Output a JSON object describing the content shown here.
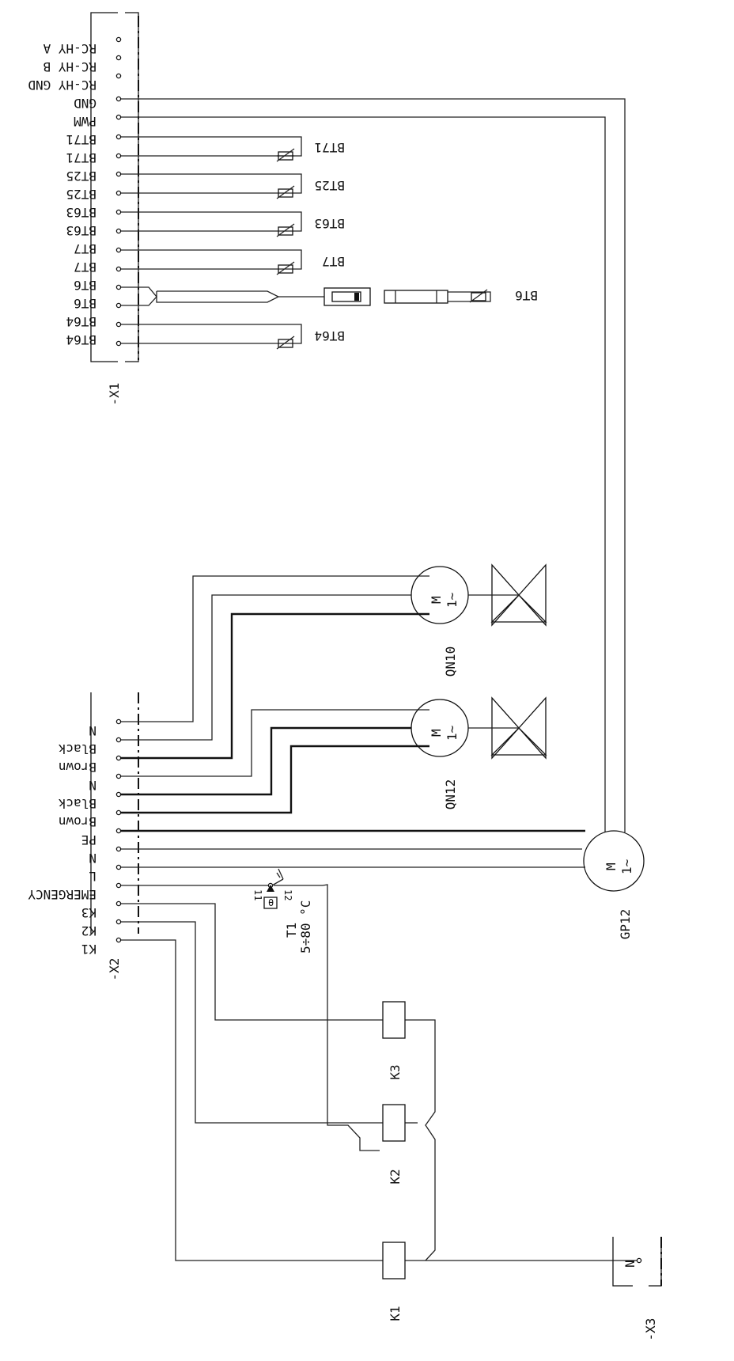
{
  "x1": {
    "block_label": "-X1",
    "terminals": [
      "RC-HY A",
      "RC-HY B",
      "RC-HY GND",
      "GND",
      "PWM",
      "BT71",
      "BT71",
      "BT25",
      "BT25",
      "BT63",
      "BT63",
      "BT7",
      "BT7",
      "BT6",
      "BT6",
      "BT64",
      "BT64"
    ],
    "sensors": [
      "BT71",
      "BT25",
      "BT63",
      "BT7",
      "BT6",
      "BT64"
    ]
  },
  "x2": {
    "block_label": "-X2",
    "terminals": [
      "N",
      "Black",
      "Brown",
      "N",
      "Black",
      "Brown",
      "PE",
      "N",
      "L",
      "EMERGENCY",
      "K3",
      "K2",
      "K1"
    ]
  },
  "x3": {
    "block_label": "-X3",
    "terminal": "N"
  },
  "motors": {
    "qn10": {
      "label": "QN10",
      "symbol": "M",
      "phase": "1~"
    },
    "qn12": {
      "label": "QN12",
      "symbol": "M",
      "phase": "1~"
    },
    "gp12": {
      "label": "GP12",
      "symbol": "M",
      "phase": "1~"
    }
  },
  "thermostat": {
    "label": "T1",
    "range": "5÷80 °C",
    "pin_a": "11",
    "pin_b": "12",
    "setting": "θ"
  },
  "relays": {
    "k1": "K1",
    "k2": "K2",
    "k3": "K3"
  }
}
